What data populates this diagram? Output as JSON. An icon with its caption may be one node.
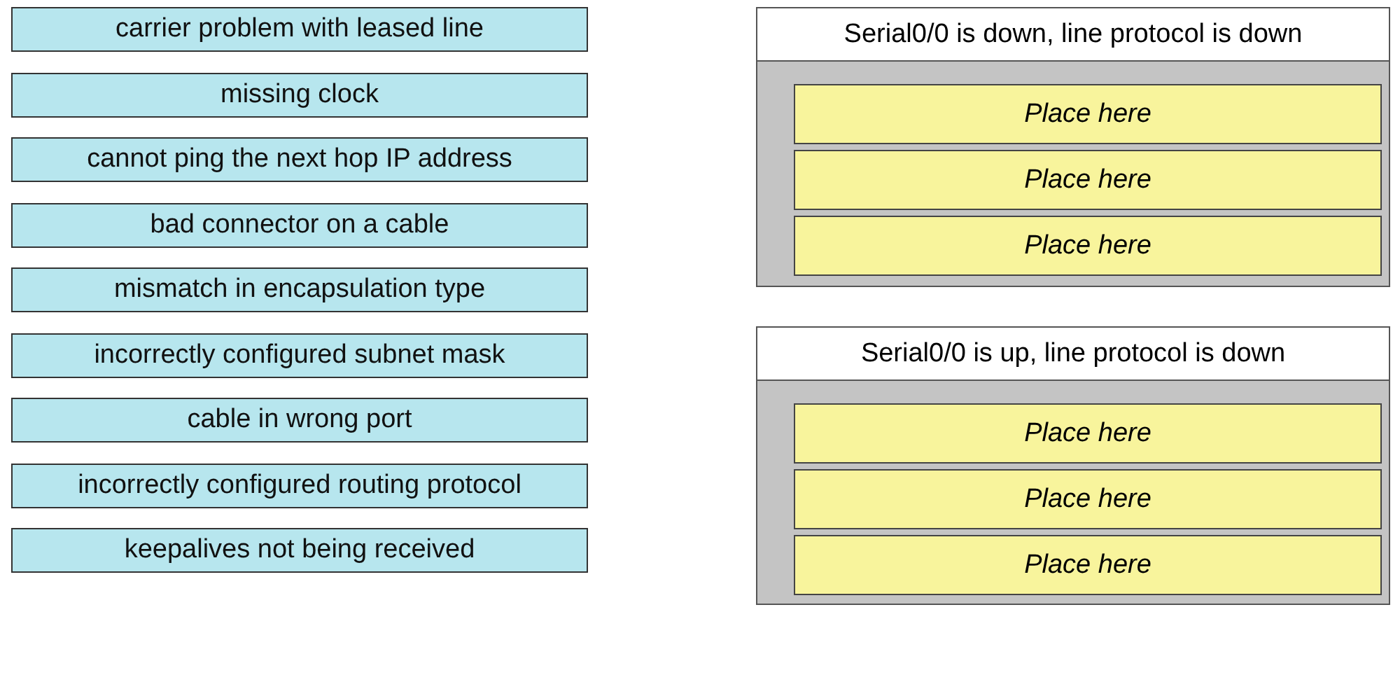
{
  "diagram": {
    "nodes": [
      {
        "text": [
          "carrier problem with leased line"
        ]
      },
      {
        "text": [
          "missing clock"
        ]
      },
      {
        "text": [
          "cannot ping the next hop IP address"
        ]
      },
      {
        "text": [
          "bad connector on a cable"
        ]
      },
      {
        "text": [
          "mismatch in encapsulation type"
        ]
      },
      {
        "text": [
          "incorrectly configured subnet mask"
        ]
      },
      {
        "text": [
          "cable in wrong port"
        ]
      },
      {
        "text": [
          "incorrectly configured routing protocol"
        ]
      },
      {
        "text": [
          "keepalives not being received"
        ]
      },
      {
        "text": [
          "Serial0/0 is down, line protocol is down"
        ]
      },
      {
        "text": [
          "Place here"
        ],
        "in": 9
      },
      {
        "text": [
          "Place here"
        ],
        "in": 9
      },
      {
        "text": [
          "Place here"
        ],
        "in": 9
      },
      {
        "text": [
          "Serial0/0 is up, line protocol is down"
        ]
      },
      {
        "text": [
          "Place here"
        ],
        "in": 13
      },
      {
        "text": [
          "Place here"
        ],
        "in": 13
      },
      {
        "text": [
          "Place here"
        ],
        "in": 13
      }
    ]
  }
}
